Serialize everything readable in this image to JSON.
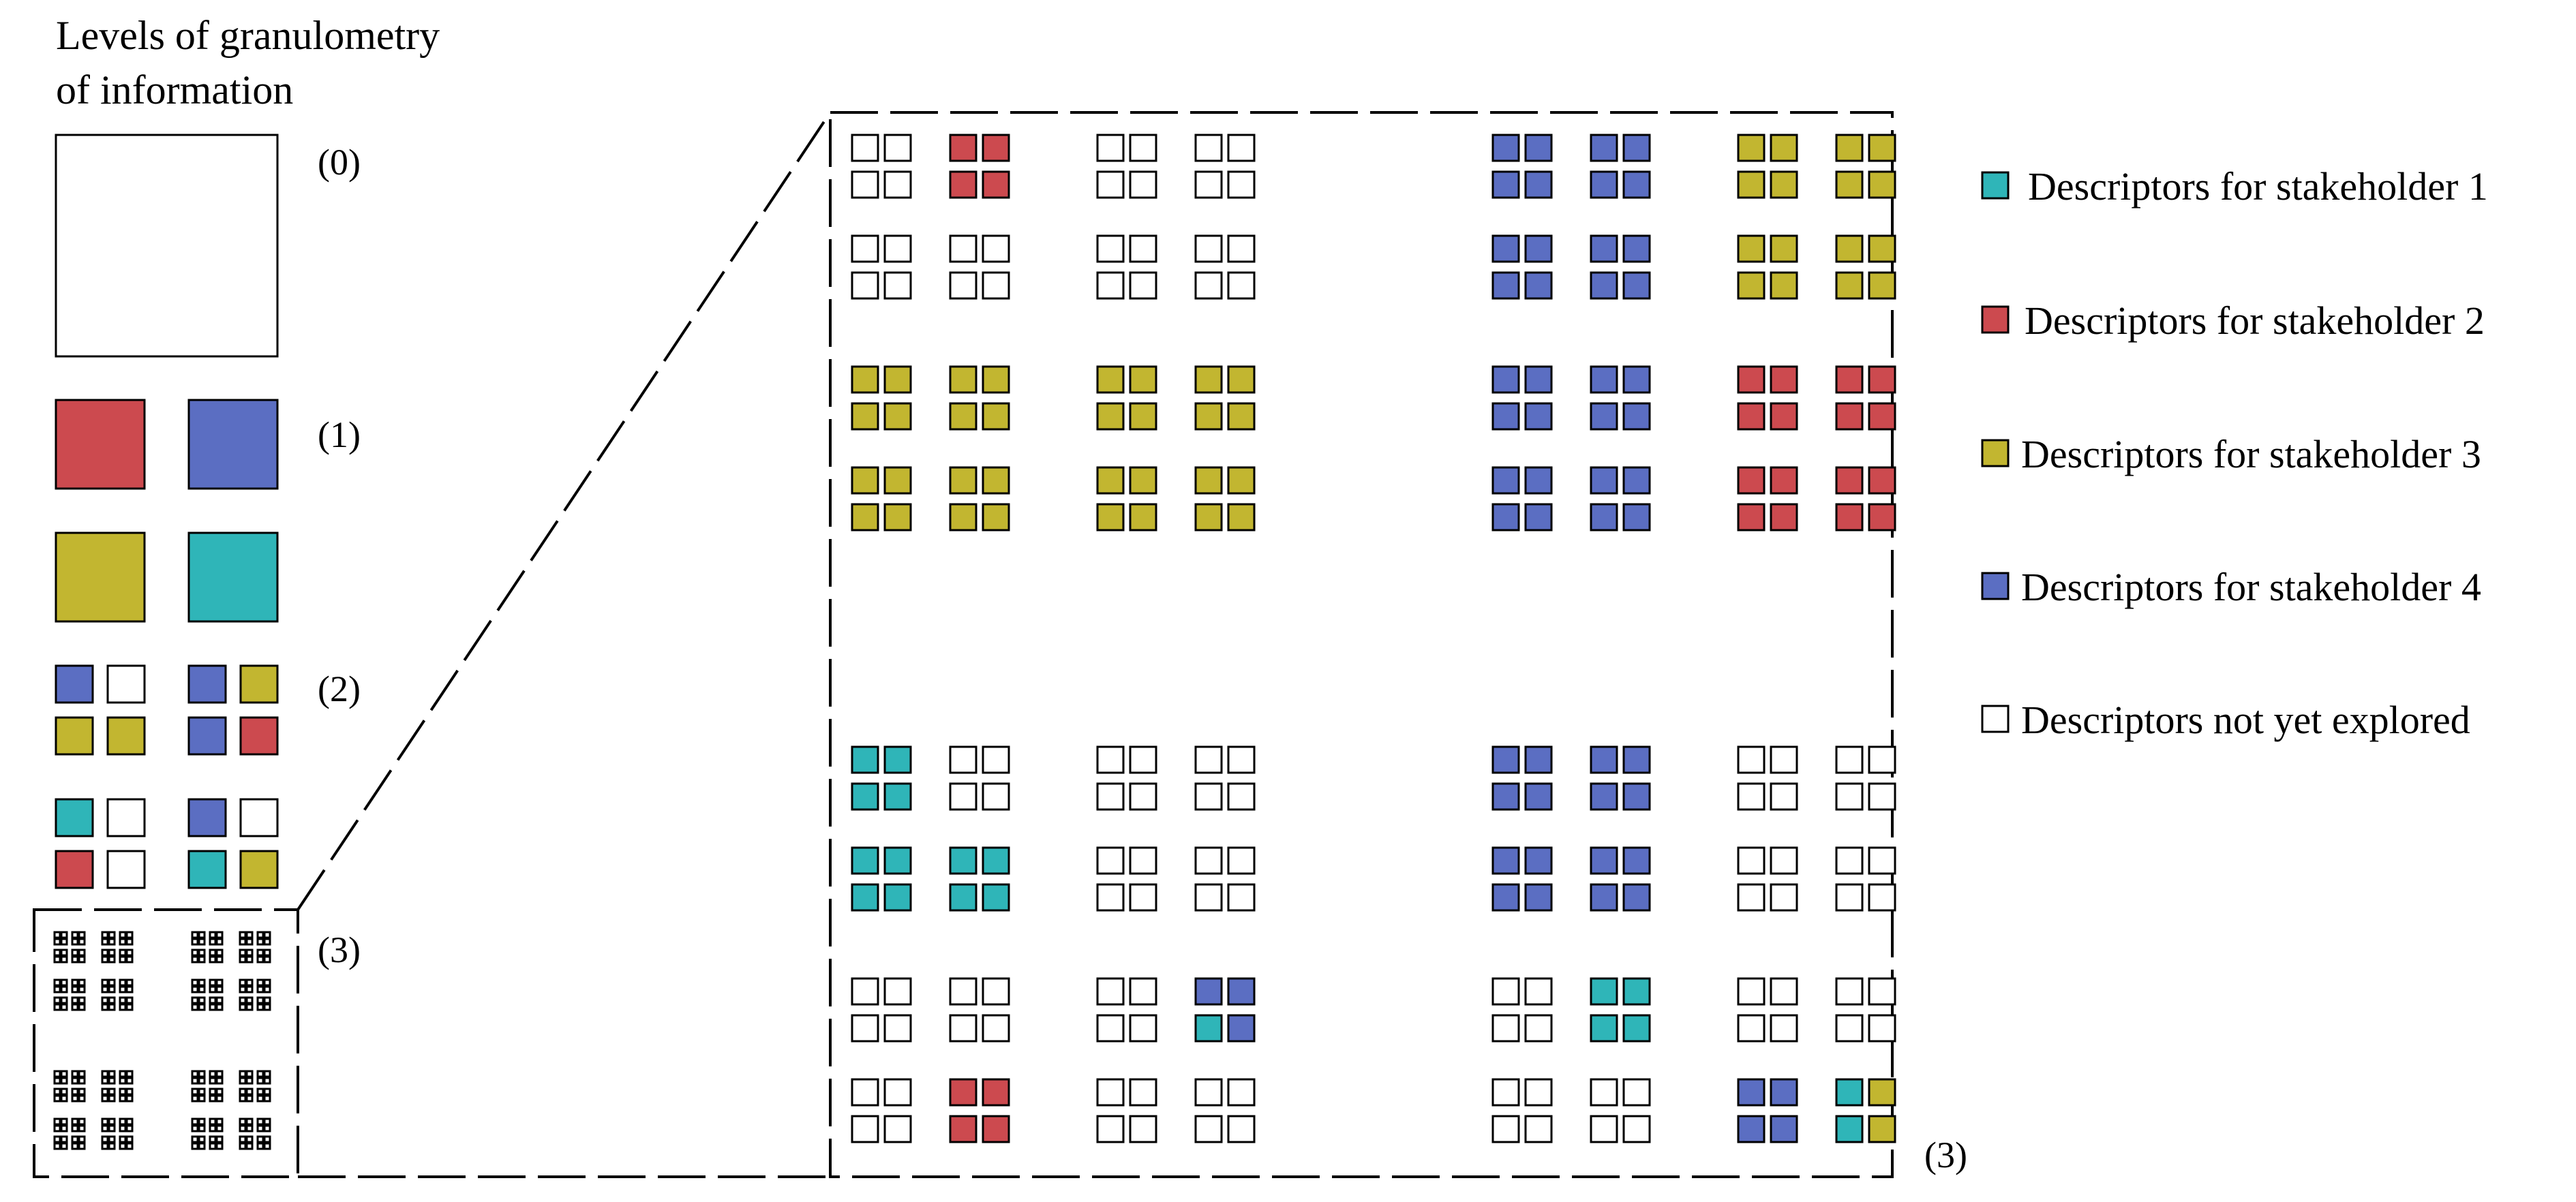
{
  "title": {
    "line1": "Levels of granulometry",
    "line2": "of information"
  },
  "levels": {
    "l0": "(0)",
    "l1": "(1)",
    "l2": "(2)",
    "l3": "(3)",
    "l3_zoom": "(3)"
  },
  "colors": {
    "cyan": "#2fb5b8",
    "red": "#cc4a4f",
    "olive": "#c2b630",
    "blue": "#5b6ec2",
    "white": "#ffffff"
  },
  "legend": [
    {
      "color": "cyan",
      "label": "Descriptors for stakeholder 1"
    },
    {
      "color": "red",
      "label": "Descriptors for stakeholder 2"
    },
    {
      "color": "olive",
      "label": "Descriptors for stakeholder 3"
    },
    {
      "color": "blue",
      "label": "Descriptors for stakeholder 4"
    },
    {
      "color": "white",
      "label": "Descriptors not yet explored"
    }
  ],
  "level1": [
    "red",
    "blue",
    "olive",
    "cyan"
  ],
  "level2": [
    [
      "blue",
      "white",
      "blue",
      "olive"
    ],
    [
      "olive",
      "olive",
      "blue",
      "red"
    ],
    [
      "cyan",
      "white",
      "blue",
      "white"
    ],
    [
      "red",
      "white",
      "cyan",
      "olive"
    ]
  ],
  "level3": [
    "WWRRWWWWBBBBOOOO",
    "WWRRWWWWBBBBOOOO",
    "WWWWWWWWBBBBOOOO",
    "WWWWWWWWBBBBOOOO",
    "OOOOOOOOBBBBRRRR",
    "OOOOOOOOBBBBRRRR",
    "OOOOOOOOBBBBRRRR",
    "OOOOOOOOBBBBRRRR",
    "CCWWWWWWBBBBWWWW",
    "CCWWWWWWBBBBWWWW",
    "CCCCWWWWBBBBWWWW",
    "CCCCWWWWBBBBWWWW",
    "WWWWWWBBWWCCWWWW",
    "WWWWWWCBWWCCWWWW",
    "WWRRWWWWWWWWBBCO",
    "WWRRWWWWWWWWBBCO"
  ]
}
